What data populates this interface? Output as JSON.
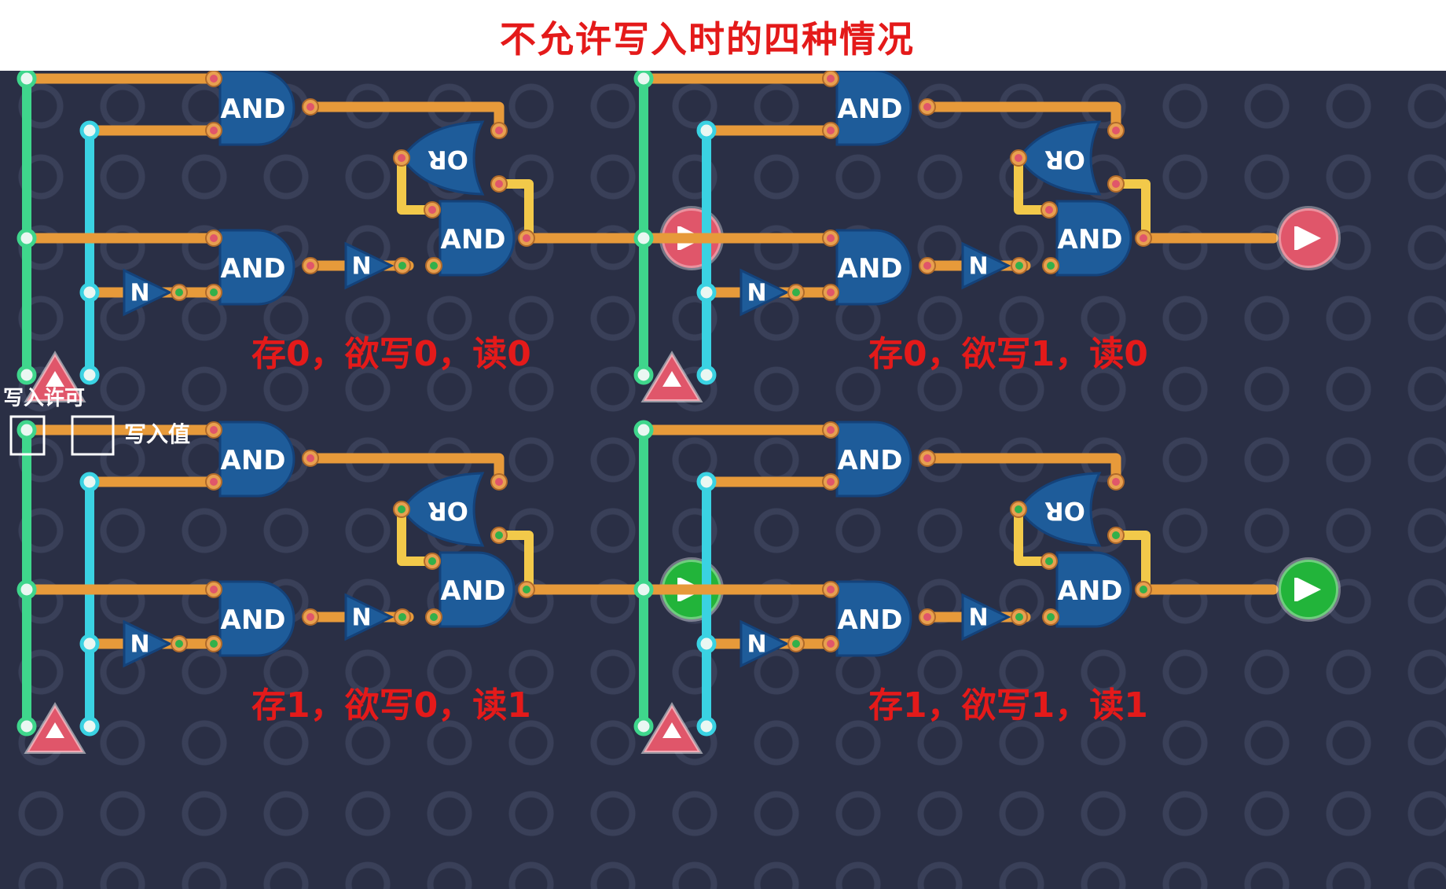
{
  "title": "不允许写入时的四种情况",
  "colors": {
    "background": "#2a2f45",
    "title": "#e41a1a",
    "wire_orange": "#e79a3a",
    "wire_yellow": "#f2c94a",
    "wire_green": "#3fd68c",
    "wire_cyan": "#3ad2e2",
    "gate_fill": "#1e5c9a",
    "gate_stroke": "#14427a",
    "output_off": "#e0566a",
    "output_on": "#22b43a",
    "input_marker": "#e0566a"
  },
  "gates": {
    "and_label": "AND",
    "or_label": "OR",
    "not_label": "N"
  },
  "annotations": {
    "write_enable": "写入许可",
    "write_value": "写入值"
  },
  "panels": [
    {
      "caption": "存0，欲写0，读0",
      "output_on": false,
      "value_wire_active": false,
      "stored": 0,
      "write_value": 0,
      "read": 0
    },
    {
      "caption": "存0，欲写1，读0",
      "output_on": false,
      "value_wire_active": true,
      "stored": 0,
      "write_value": 1,
      "read": 0
    },
    {
      "caption": "存1，欲写0，读1",
      "output_on": true,
      "value_wire_active": false,
      "stored": 1,
      "write_value": 0,
      "read": 1
    },
    {
      "caption": "存1，欲写1，读1",
      "output_on": true,
      "value_wire_active": true,
      "stored": 1,
      "write_value": 1,
      "read": 1
    }
  ]
}
